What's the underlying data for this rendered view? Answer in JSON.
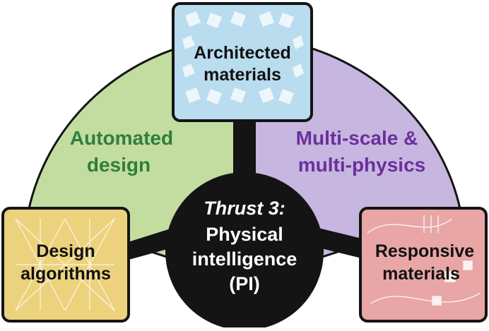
{
  "colors": {
    "green_sector": "#c3dca0",
    "purple_sector": "#c6b6e0",
    "spoke": "#141414",
    "center_circle": "#141414",
    "architected_box": "#b9dcef",
    "design_box": "#ecd27c",
    "responsive_box": "#e8a6a6",
    "green_text": "#2f7f3b",
    "purple_text": "#6b2f9a",
    "black_text": "#111111",
    "white_text": "#ffffff"
  },
  "sectors": {
    "left_label": [
      "Automated",
      "design"
    ],
    "right_label": [
      "Multi-scale &",
      "multi-physics"
    ]
  },
  "center": {
    "italic_line": "Thrust 3:",
    "lines": [
      "Physical",
      "intelligence",
      "(PI)"
    ]
  },
  "boxes": {
    "top": {
      "lines": [
        "Architected",
        "materials"
      ],
      "pattern_icon": "tiled-lattice-icon"
    },
    "left": {
      "lines": [
        "Design",
        "algorithms"
      ],
      "pattern_icon": "neural-network-icon"
    },
    "right": {
      "lines": [
        "Responsive",
        "materials"
      ],
      "pattern_icon": "responsive-swirl-icon"
    }
  }
}
